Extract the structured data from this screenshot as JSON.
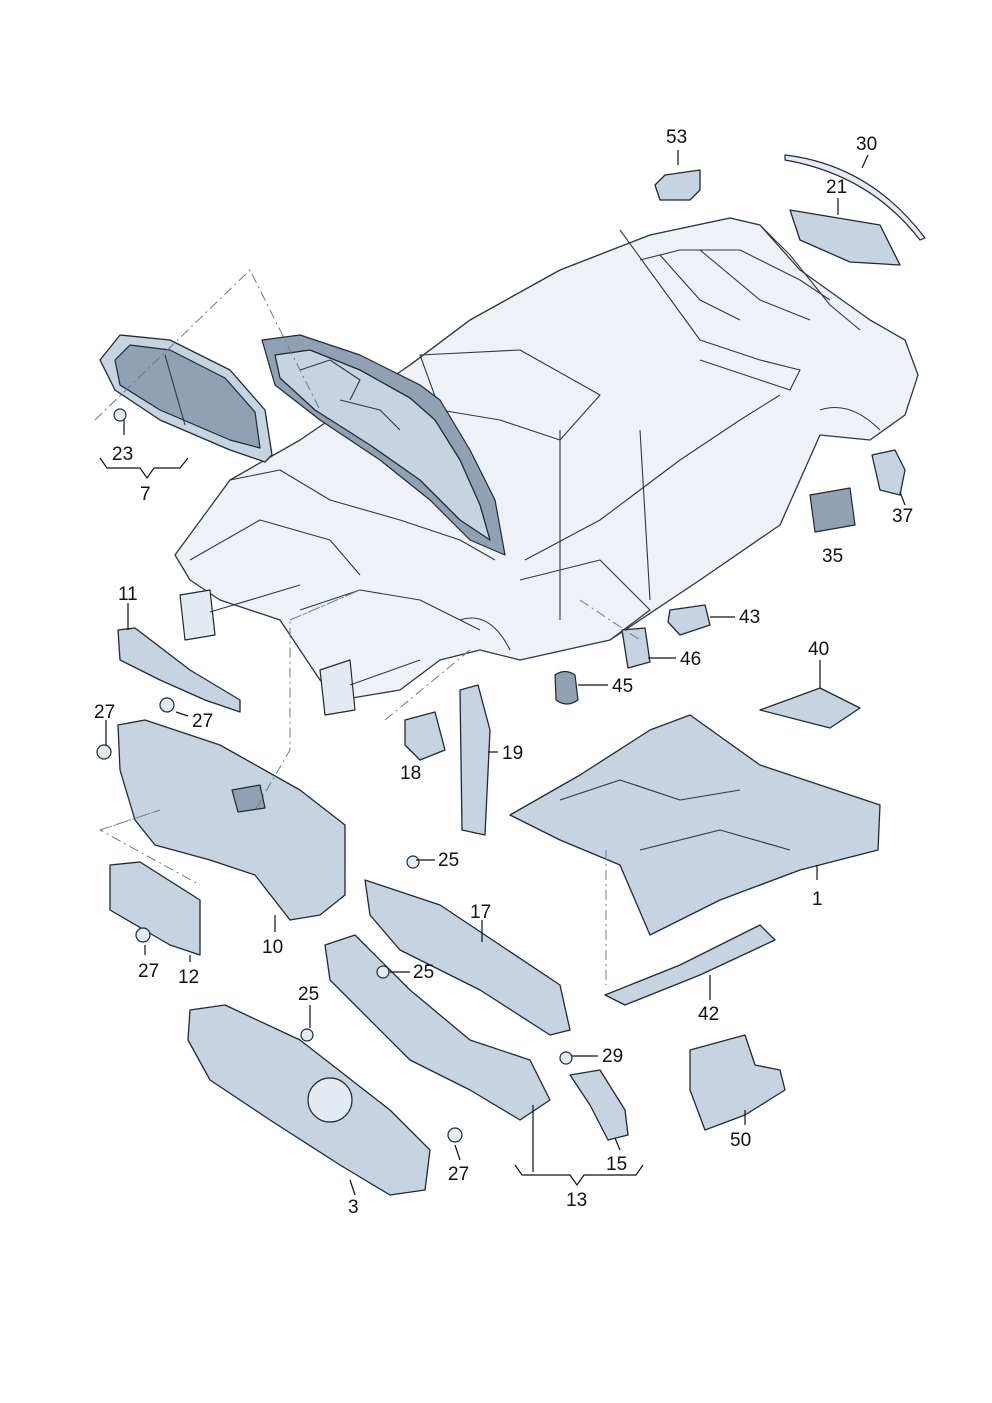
{
  "callouts": {
    "c53": "53",
    "c30": "30",
    "c21": "21",
    "c23": "23",
    "c7": "7",
    "c37": "37",
    "c35": "35",
    "c11": "11",
    "c43": "43",
    "c27a": "27",
    "c27b": "27",
    "c46": "46",
    "c40": "40",
    "c45": "45",
    "c18": "18",
    "c19": "19",
    "c25a": "25",
    "c17": "17",
    "c1": "1",
    "c10": "10",
    "c27c": "27",
    "c12": "12",
    "c25b": "25",
    "c25c": "25",
    "c42": "42",
    "c29": "29",
    "c50": "50",
    "c27d": "27",
    "c15": "15",
    "c3": "3",
    "c13": "13"
  }
}
